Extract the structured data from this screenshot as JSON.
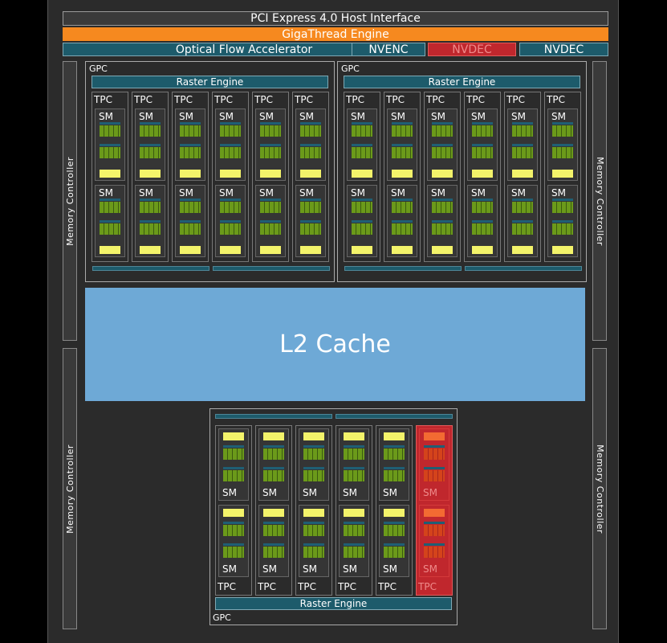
{
  "pcie": "PCI Express 4.0 Host Interface",
  "gigathread": "GigaThread Engine",
  "optical_flow": "Optical Flow Accelerator",
  "nvenc": "NVENC",
  "nvdec_disabled": "NVDEC",
  "nvdec": "NVDEC",
  "memory_controller": "Memory Controller",
  "l2": "L2 Cache",
  "gpc_label": "GPC",
  "raster_engine": "Raster Engine",
  "tpc_label": "TPC",
  "sm_label": "SM",
  "colors": {
    "chip_bg": "#2b2b2b",
    "gigathread": "#f6891f",
    "engine_teal": "#1d5b6b",
    "disabled_red": "#c0272d",
    "cuda_green": "#6b9a1a",
    "l2_blue": "#6ea9d6",
    "yellow_unit": "#f3f36a"
  }
}
